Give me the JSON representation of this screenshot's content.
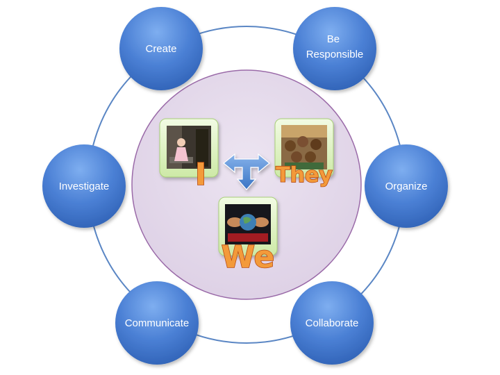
{
  "cycle_nodes": [
    {
      "lines": [
        "Create"
      ]
    },
    {
      "lines": [
        "Be",
        "Responsible"
      ]
    },
    {
      "lines": [
        "Organize"
      ]
    },
    {
      "lines": [
        "Collaborate"
      ]
    },
    {
      "lines": [
        "Communicate"
      ]
    },
    {
      "lines": [
        "Investigate"
      ]
    }
  ],
  "center": {
    "words": {
      "i": "I",
      "they": "They",
      "we": "We"
    },
    "photos": {
      "i": "photo-child-in-doorway",
      "they": "photo-group-of-children",
      "we": "photo-hands-around-globe"
    },
    "arrows": "three-way-arrow-icon"
  },
  "colors": {
    "node_fill": "#4a7fd4",
    "ring_stroke": "#5a86c4",
    "center_fill": "#e6dcec",
    "center_stroke": "#9a6aa8",
    "arrow_fill": "#4d86cf",
    "word_fill": "#f39a3a",
    "word_stroke": "#b84a12"
  }
}
